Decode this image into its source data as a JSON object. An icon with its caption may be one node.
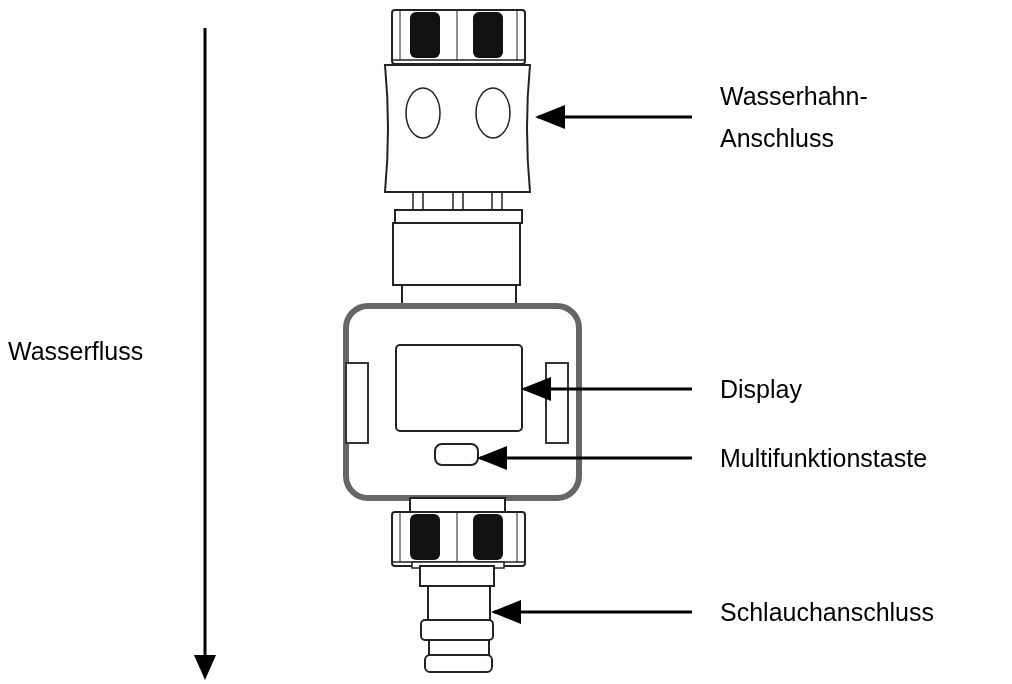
{
  "diagram": {
    "nodes": [
      {
        "text": [
          "Wasserhahn- Anschluss"
        ]
      },
      {
        "text": [
          "Display"
        ]
      },
      {
        "text": [
          "Multifunktionstaste"
        ]
      },
      {
        "text": [
          "Schlauchanschluss"
        ]
      },
      {
        "text": [],
        "shape": "box"
      },
      {
        "text": [],
        "shape": "box"
      },
      {
        "text": [],
        "shape": "box"
      },
      {
        "text": [],
        "shape": "box"
      }
    ],
    "edges": [
      {
        "from": 0,
        "to": 4,
        "arrow": "to"
      },
      {
        "from": 1,
        "to": 5,
        "arrow": "to"
      },
      {
        "from": 2,
        "to": 6,
        "arrow": "to"
      },
      {
        "from": 3,
        "to": 7,
        "arrow": "to"
      }
    ],
    "labels": [
      "Wasserfluss"
    ]
  }
}
